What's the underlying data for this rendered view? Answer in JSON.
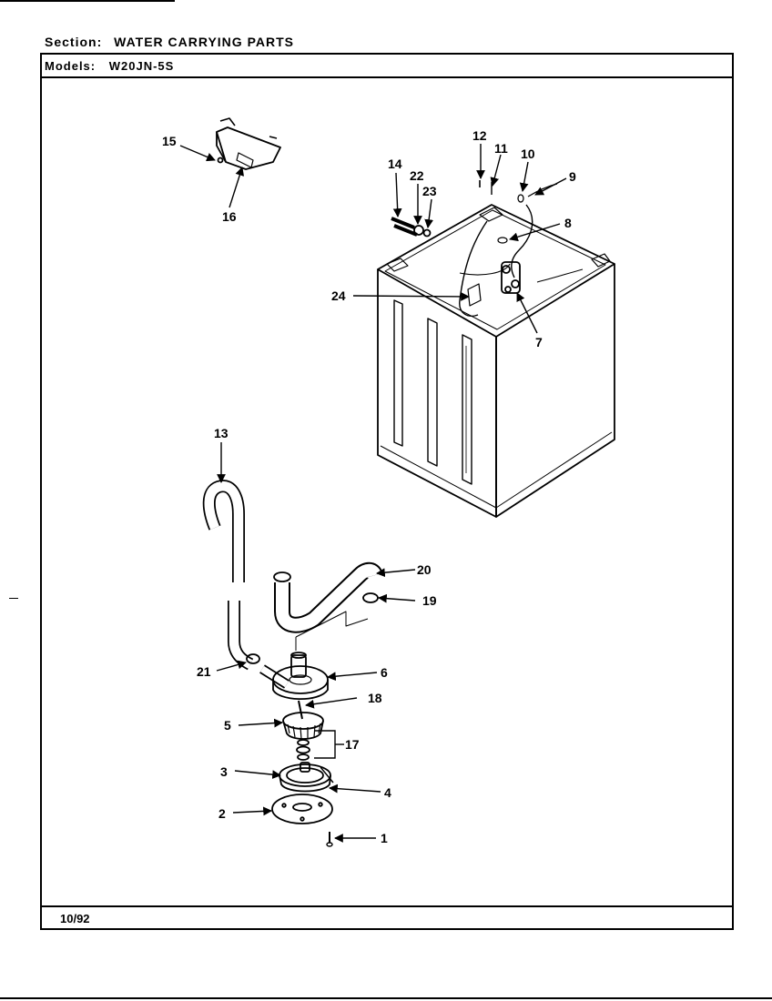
{
  "header": {
    "section_label": "Section:",
    "section_value": "WATER CARRYING PARTS",
    "models_label": "Models:",
    "models_value": "W20JN-5S"
  },
  "footer": {
    "date": "10/92"
  },
  "callouts": [
    "1",
    "2",
    "3",
    "4",
    "5",
    "6",
    "7",
    "8",
    "9",
    "10",
    "11",
    "12",
    "13",
    "14",
    "15",
    "16",
    "17",
    "18",
    "19",
    "20",
    "21",
    "22",
    "23",
    "24"
  ]
}
